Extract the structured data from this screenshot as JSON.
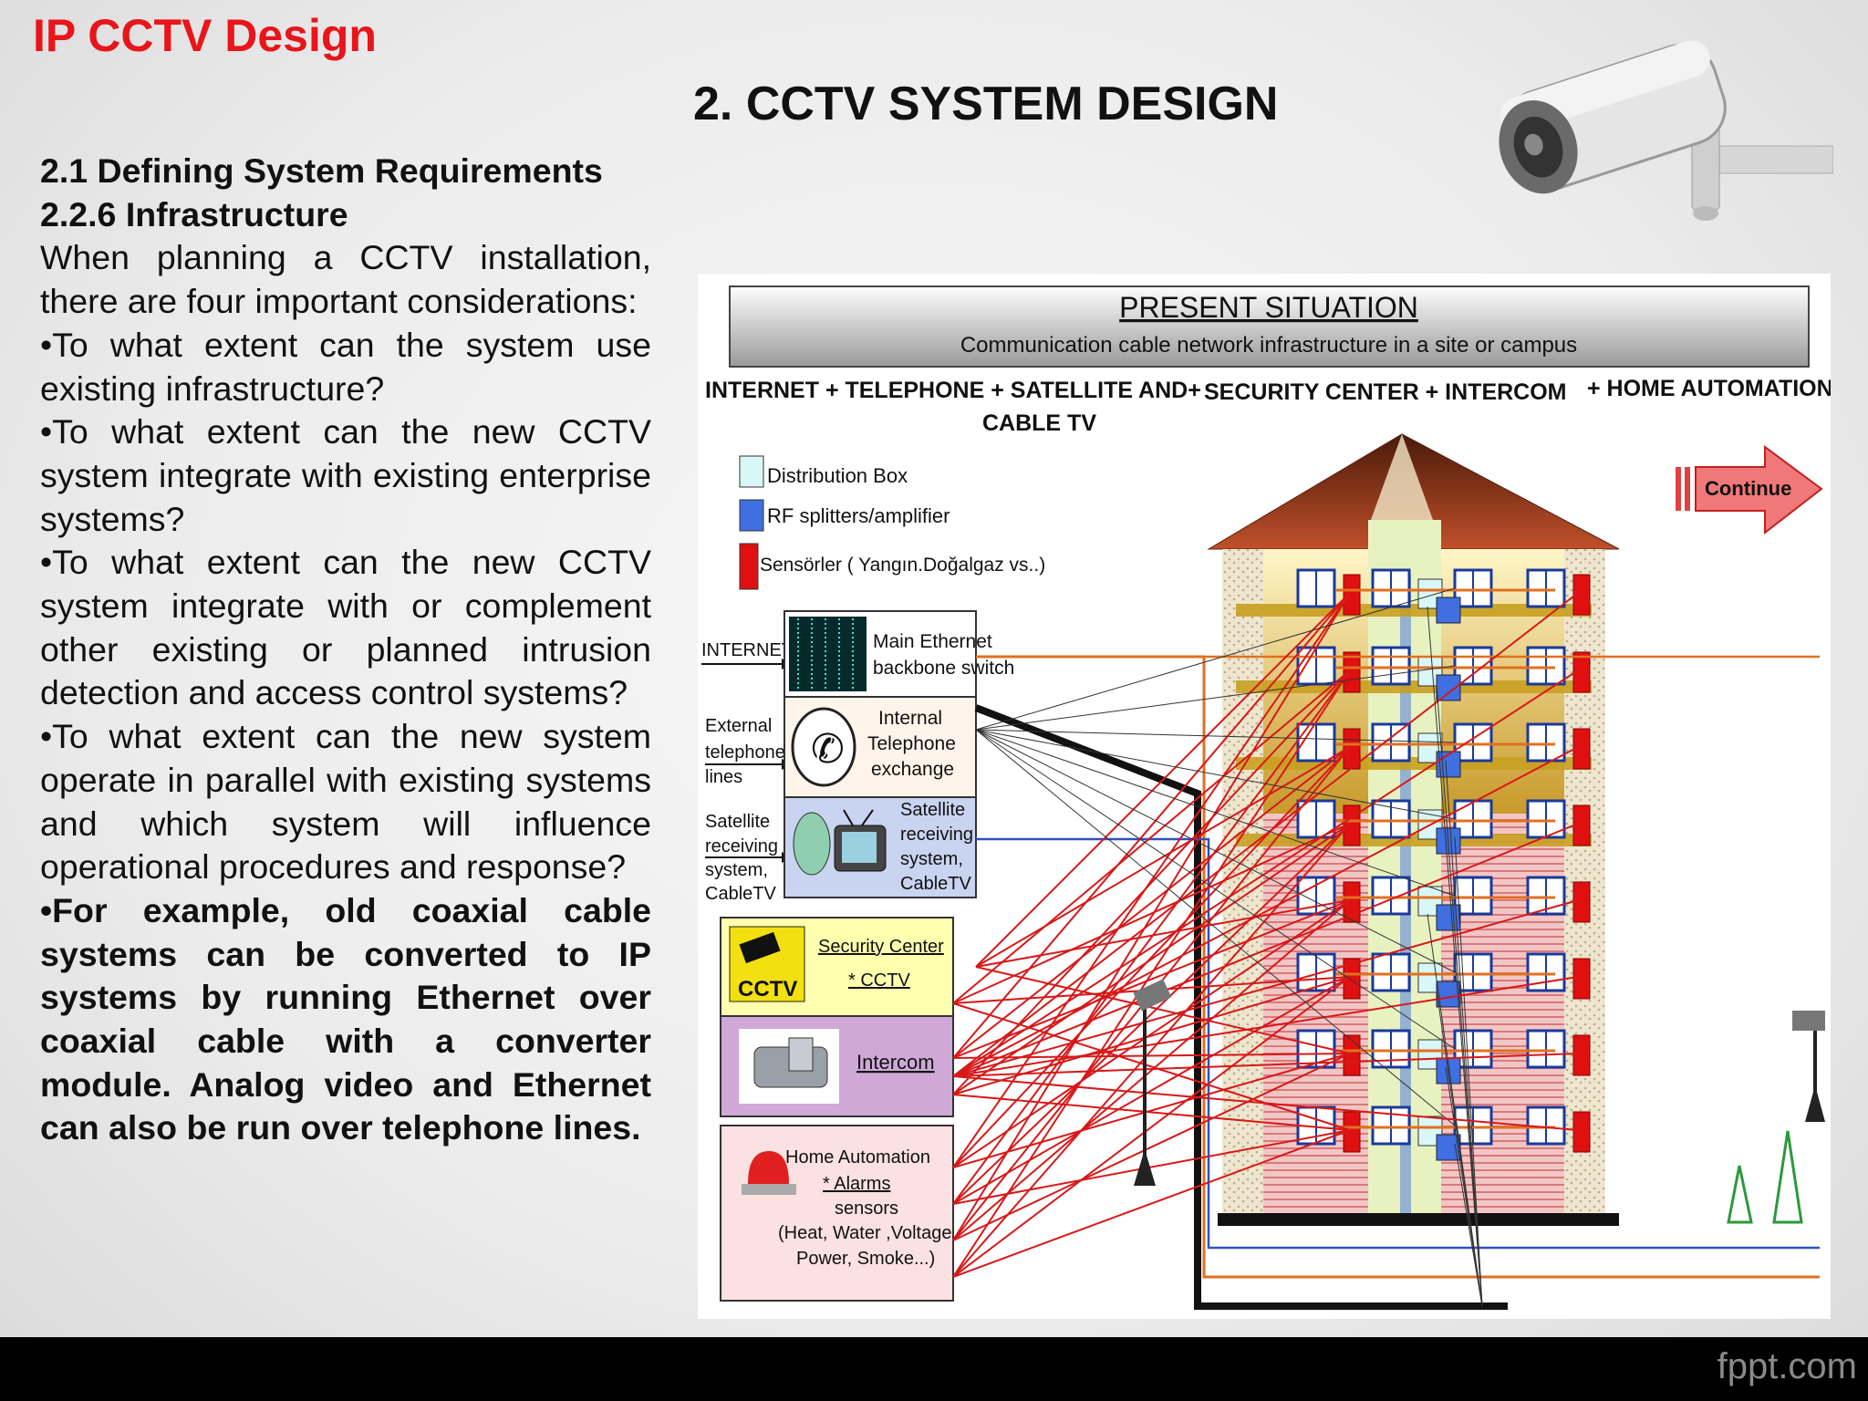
{
  "brand": "IP CCTV Design",
  "title": "2. CCTV SYSTEM DESIGN",
  "body": {
    "heading1": "2.1 Defining System Requirements",
    "heading2": "2.2.6 Infrastructure",
    "intro": "When planning a CCTV installation, there are four important considerations:",
    "bullets": [
      "•To what extent can the system use existing infrastructure?",
      "•To what extent can the new CCTV system integrate with existing enterprise systems?",
      "•To what extent can the new CCTV system integrate with or complement other existing or planned intrusion detection and access control systems?",
      "•To what extent can the new system operate in parallel with existing systems and which system will influence operational procedures and response?"
    ],
    "example": "•For example, old coaxial cable systems can be converted to IP systems by running Ethernet over coaxial cable with a converter module. Analog video and Ethernet can also be run over telephone lines."
  },
  "diagram": {
    "header_title": "PRESENT  SITUATION",
    "header_subtitle": "Communication cable network infrastructure in a site or campus",
    "services": {
      "s1": "INTERNET + TELEPHONE + SATELLITE AND+",
      "s1b": "CABLE TV",
      "s2": "SECURITY CENTER + INTERCOM",
      "s3": "+ HOME AUTOMATION"
    },
    "legend": [
      {
        "label": "Distribution Box",
        "color": "#d9f7f7"
      },
      {
        "label": "RF splitters/amplifier",
        "color": "#3f6fe0"
      },
      {
        "label": "Sensörler ( Yangın.Doğalgaz vs..)",
        "color": "#e01010"
      }
    ],
    "continue_label": "Continue",
    "inputs": {
      "internet": "INTERNET",
      "tel1": "External",
      "tel2": "telephone",
      "tel3": "lines",
      "sat1": "Satellite",
      "sat2": "receiving",
      "sat3": "system,",
      "sat4": "CableTV"
    },
    "boxes": {
      "switch1": "Main Ethernet",
      "switch2": "backbone switch",
      "exch1": "Internal",
      "exch2": "Telephone",
      "exch3": "exchange",
      "satrx1": "Satellite",
      "satrx2": "receiving",
      "satrx3": "system,",
      "satrx4": "CableTV",
      "sec1": "Security Center",
      "sec2": "* CCTV",
      "cctv_tag": "CCTV",
      "intercom": "Intercom",
      "ha1": "Home Automation",
      "ha2": "* Alarms",
      "ha3": "sensors",
      "ha4": "(Heat, Water ,Voltage,",
      "ha5": "Power, Smoke...)"
    }
  },
  "footer_brand": "fppt.com"
}
